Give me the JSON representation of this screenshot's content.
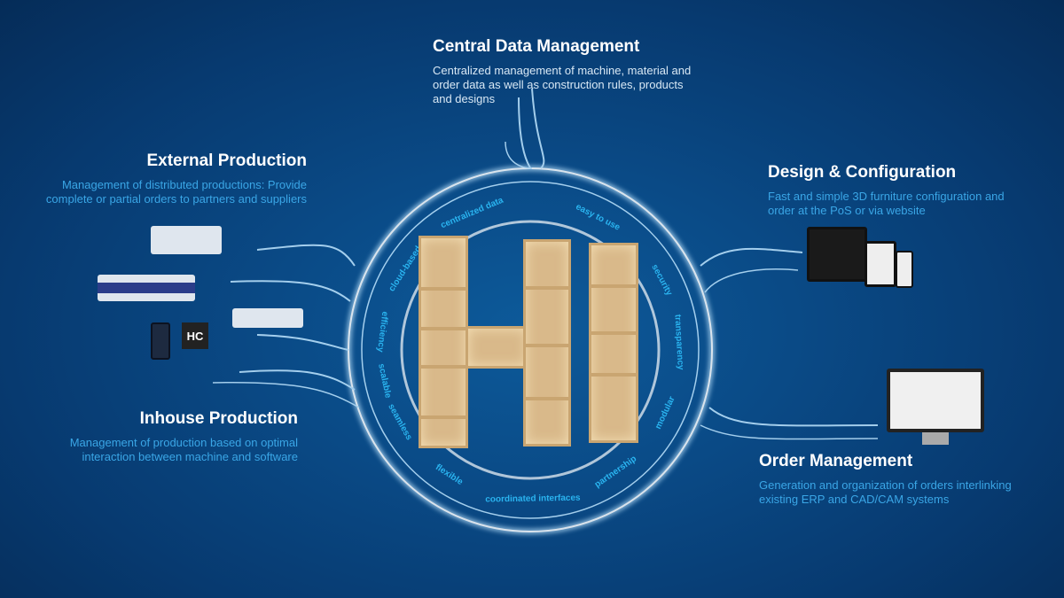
{
  "sections": {
    "central": {
      "title": "Central Data Management",
      "text": "Centralized management of machine, material and order data as well as construction rules, products and designs"
    },
    "external": {
      "title": "External Production",
      "text": "Management of distributed productions: Provide complete or partial orders to partners and suppliers"
    },
    "design": {
      "title": "Design & Configuration",
      "text": "Fast and simple 3D furniture configuration and order at the PoS or via website"
    },
    "inhouse": {
      "title": "Inhouse Production",
      "text": "Management of production based on optimal interaction between machine and software"
    },
    "order": {
      "title": "Order Management",
      "text": "Generation and organization of orders interlinking existing ERP and CAD/CAM systems"
    }
  },
  "ring_words": [
    "centralized data",
    "easy to use",
    "security",
    "transparency",
    "modular",
    "partnership",
    "coordinated interfaces",
    "flexible",
    "seamless",
    "scalable",
    "efficiency",
    "cloud-based"
  ],
  "logo_badge": "HC",
  "colors": {
    "accent": "#2ab4f0",
    "background": "#0a4a86"
  }
}
